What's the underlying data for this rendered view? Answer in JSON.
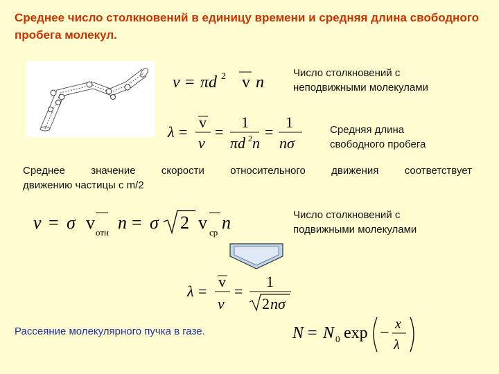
{
  "title": "Среднее число столкновений в единицу времени и средняя длина свободного пробега молекул.",
  "captions": {
    "fixed_molecules": "Число столкновений с неподвижными молекулами",
    "mean_free_path": "Средняя длина свободного пробега",
    "moving_molecules": "Число столкновений с подвижными молекулами"
  },
  "relative_velocity_text_line1": "Среднее значение скорости относительного движения соответствует",
  "relative_velocity_text_line2": "движению частицы с m/2",
  "scattering_text": "Рассеяние молекулярного пучка в газе.",
  "colors": {
    "background": "#fffdd0",
    "title": "#cc3300",
    "scattering": "#1f2fa3",
    "arrow_fill": "#bcd6ee"
  },
  "formulas": {
    "f1": "ν = πd² v̄ n",
    "f2": "λ = v̄/ν = 1/(πd²n) = 1/(nσ)",
    "f3": "ν = σ v̄отн n = σ√2 v̄ср n",
    "f4": "λ = v̄/ν = 1/(√2 nσ)",
    "f5": "N = N₀ exp(−x/λ)"
  },
  "subscripts": {
    "rel": "отн",
    "avg": "ср"
  }
}
